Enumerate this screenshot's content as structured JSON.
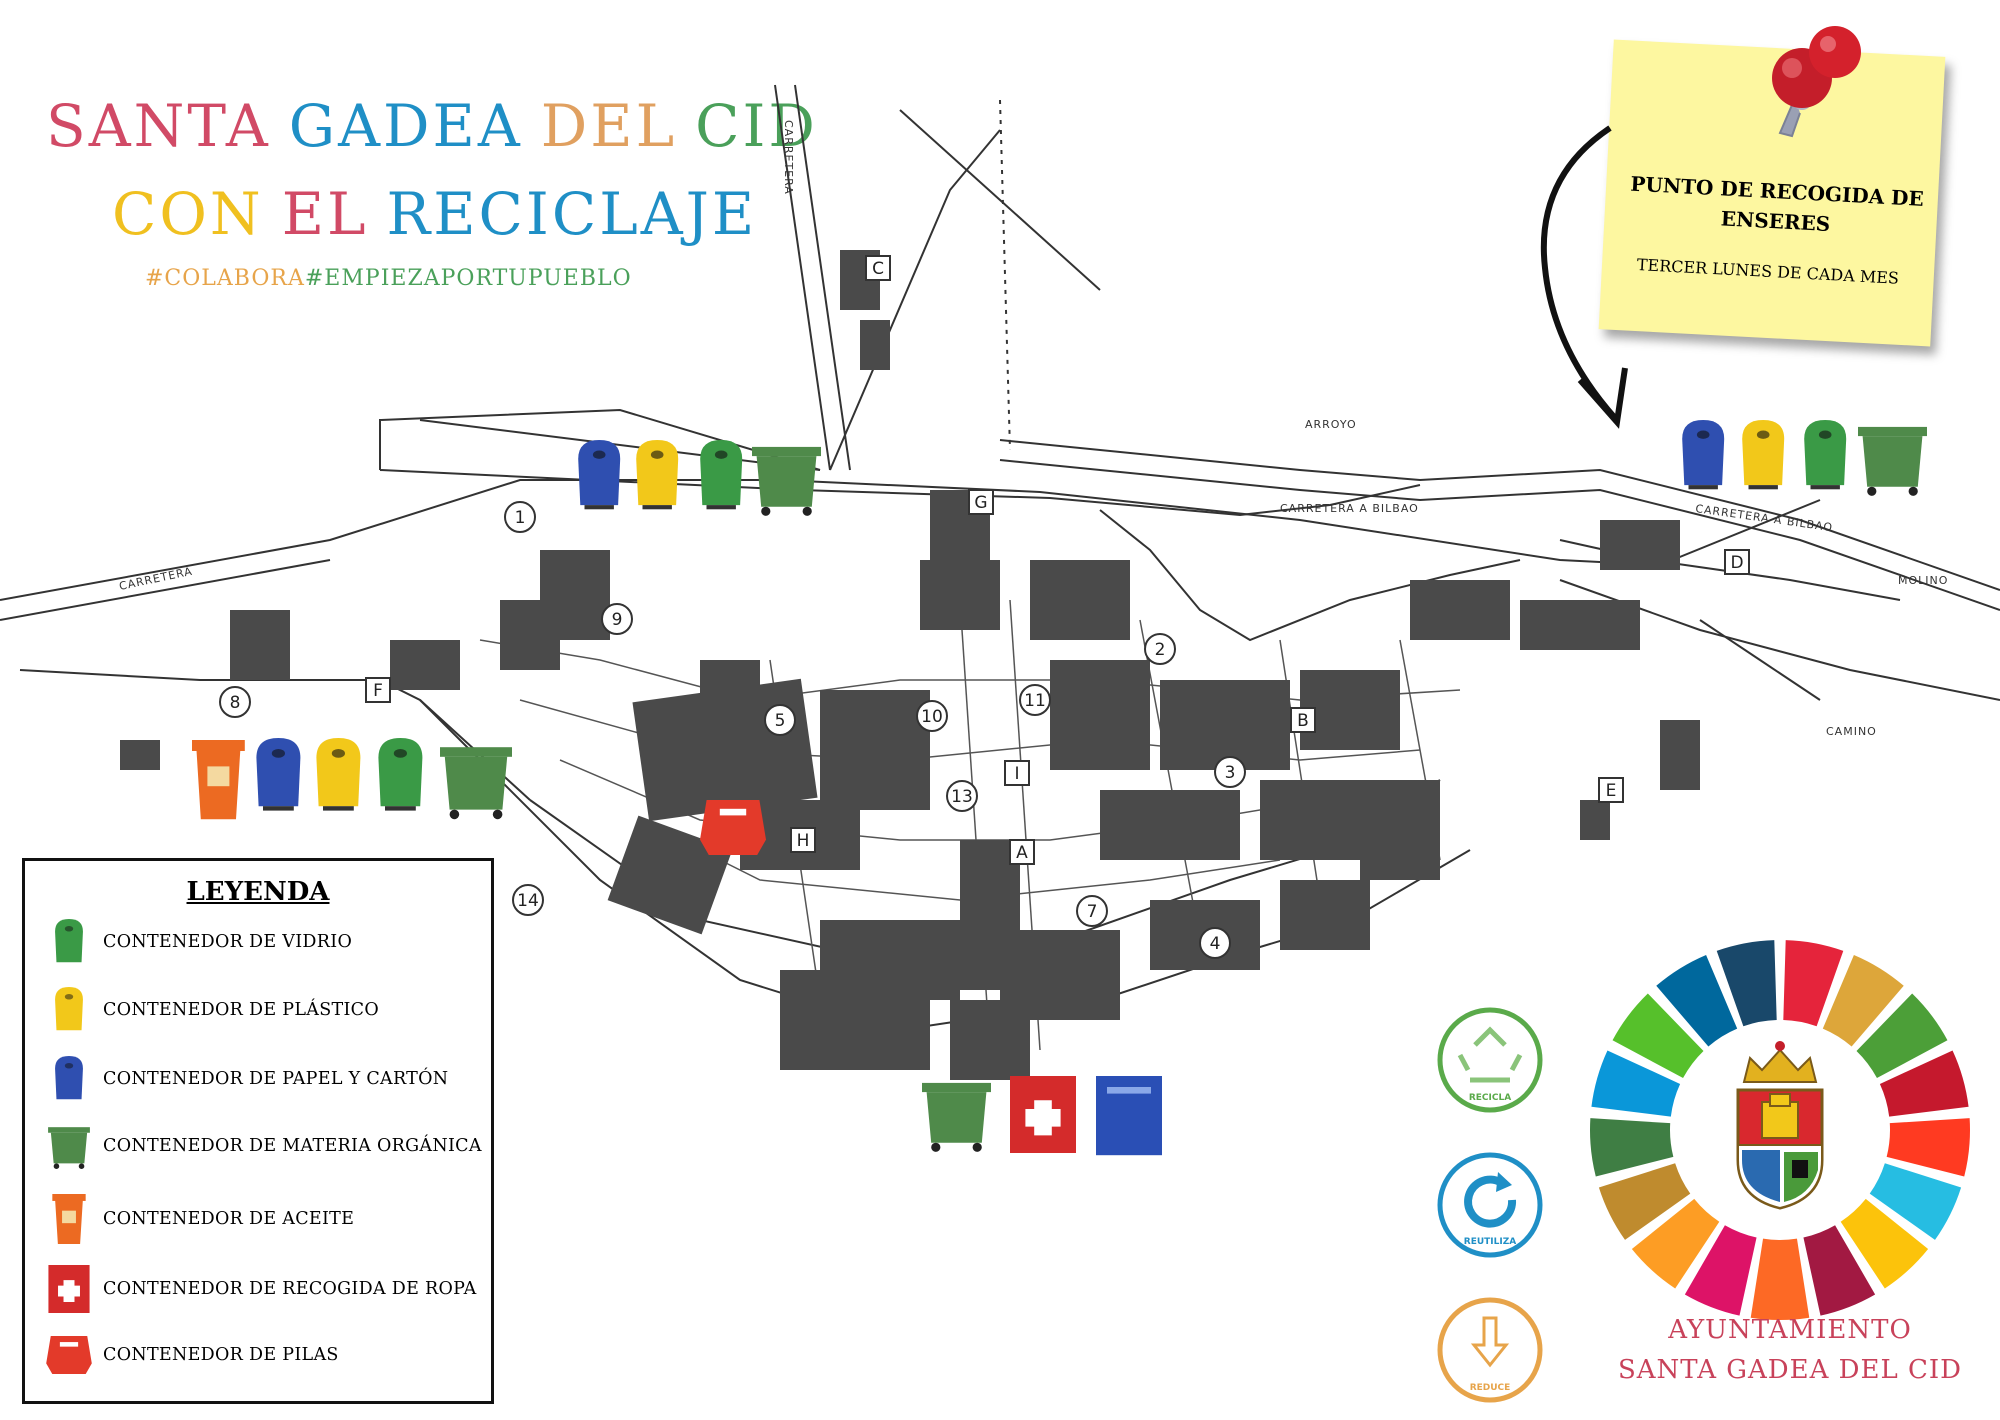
{
  "title": {
    "line1": [
      {
        "text": "SANTA",
        "color": "#d14a66"
      },
      {
        "text": "GADEA",
        "color": "#1f8fc6"
      },
      {
        "text": "DEL",
        "color": "#e0a060"
      },
      {
        "text": "CID",
        "color": "#4aa05a"
      }
    ],
    "line2": [
      {
        "text": "CON",
        "color": "#f0c020"
      },
      {
        "text": "EL",
        "color": "#d14a66"
      },
      {
        "text": "RECICLAJE",
        "color": "#1f8fc6"
      }
    ]
  },
  "hashtags": [
    {
      "text": "#COLABORA",
      "color": "#e7a44a"
    },
    {
      "text": "#EMPIEZAPORTUPUEBLO",
      "color": "#4aa05a"
    }
  ],
  "note": {
    "title": "PUNTO DE RECOGIDA DE ENSERES",
    "subtitle": "TERCER LUNES DE CADA MES"
  },
  "map_labels": {
    "carretera": "CARRETERA",
    "arroyo": "ARROYO",
    "carretera_bilbao": "CARRETERA A BILBAO",
    "carretera_bilbao2": "CARRETERA A BILBAO",
    "molino": "MOLINO",
    "camino": "CAMINO",
    "carretera_left": "CARRETERA"
  },
  "map_numbers": [
    "1",
    "2",
    "3",
    "4",
    "5",
    "7",
    "8",
    "9",
    "10",
    "11",
    "13",
    "14"
  ],
  "map_letters": [
    "A",
    "B",
    "C",
    "D",
    "E",
    "F",
    "G",
    "H",
    "I"
  ],
  "legend": {
    "title": "LEYENDA",
    "items": [
      {
        "label": "CONTENEDOR DE VIDRIO",
        "icon": "glass-bin-icon",
        "color": "#3a9a46"
      },
      {
        "label": "CONTENEDOR DE PLÁSTICO",
        "icon": "plastic-bin-icon",
        "color": "#f2c81a"
      },
      {
        "label": "CONTENEDOR DE PAPEL Y CARTÓN",
        "icon": "paper-bin-icon",
        "color": "#2f4fb0"
      },
      {
        "label": "CONTENEDOR DE MATERIA ORGÁNICA",
        "icon": "organic-bin-icon",
        "color": "#4f8a4a"
      },
      {
        "label": "CONTENEDOR DE ACEITE",
        "icon": "oil-bin-icon",
        "color": "#ec6a22"
      },
      {
        "label": "CONTENEDOR DE RECOGIDA DE ROPA",
        "icon": "clothes-bin-icon",
        "color": "#d42b2b"
      },
      {
        "label": "CONTENEDOR DE PILAS",
        "icon": "battery-bin-icon",
        "color": "#e33a2a"
      }
    ]
  },
  "rrr": [
    {
      "label": "RECICLA",
      "color": "#5aaa4a",
      "icon": "recycle-icon"
    },
    {
      "label": "REUTILIZA",
      "color": "#1f8fc6",
      "icon": "reuse-icon"
    },
    {
      "label": "REDUCE",
      "color": "#e7a44a",
      "icon": "reduce-icon"
    }
  ],
  "ayuntamiento": {
    "line1": "AYUNTAMIENTO",
    "line2": "SANTA GADEA DEL CID"
  },
  "sdg_colors": [
    "#e5243b",
    "#dda63a",
    "#4c9f38",
    "#c5192d",
    "#ff3a21",
    "#26bde2",
    "#fcc30b",
    "#a21942",
    "#fd6925",
    "#dd1367",
    "#fd9d24",
    "#bf8b2e",
    "#3f7e44",
    "#0a97d9",
    "#56c02b",
    "#00689d",
    "#19486a"
  ]
}
